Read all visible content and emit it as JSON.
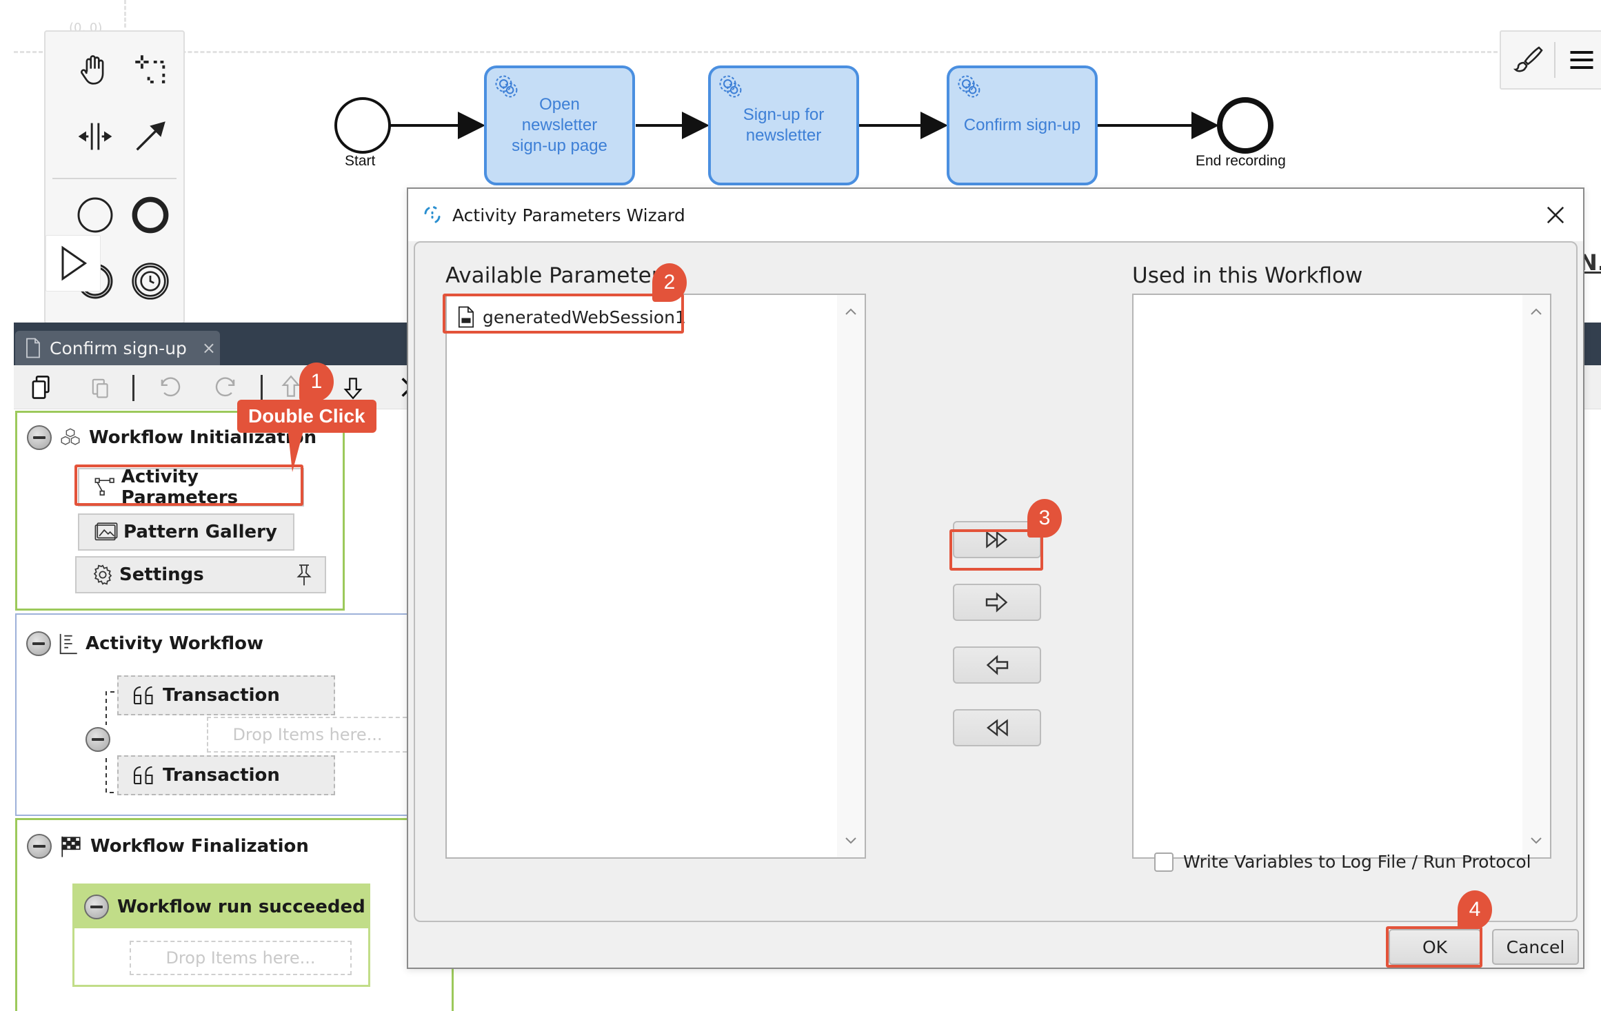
{
  "canvas": {
    "origin_label": "(0, 0)",
    "palette": {
      "tools": [
        {
          "name": "hand-tool",
          "icon": "hand-icon"
        },
        {
          "name": "lasso-tool",
          "icon": "lasso-icon"
        },
        {
          "name": "space-tool",
          "icon": "space-icon"
        },
        {
          "name": "connect-tool",
          "icon": "arrow-icon"
        },
        {
          "name": "start-event",
          "icon": "circle-icon"
        },
        {
          "name": "end-event",
          "icon": "thick-circle-icon"
        },
        {
          "name": "intermediate-event",
          "icon": "double-circle-icon"
        },
        {
          "name": "timer-event",
          "icon": "timer-icon"
        }
      ],
      "flyout_icon": "play-icon"
    },
    "tools_right": [
      "paint-brush-icon",
      "hamburger-menu-icon"
    ],
    "flow": {
      "start_label": "Start",
      "end_label": "End recording",
      "tasks": [
        "Open newsletter sign-up page",
        "Sign-up for newsletter",
        "Confirm sign-up"
      ]
    },
    "behind_text": "N.i"
  },
  "editor": {
    "tab": {
      "label": "Confirm sign-up",
      "close": "×"
    },
    "toolbar": [
      "copy-icon",
      "paste-icon",
      "undo-icon",
      "redo-icon",
      "move-up-icon",
      "move-down-icon",
      "more-icon"
    ],
    "sections": {
      "init": {
        "title": "Workflow Initialization",
        "items": [
          "Activity Parameters",
          "Pattern Gallery",
          "Settings"
        ]
      },
      "workflow": {
        "title": "Activity Workflow",
        "items": [
          "Transaction",
          "Transaction"
        ],
        "drop_placeholder": "Drop Items here..."
      },
      "final": {
        "title": "Workflow Finalization",
        "sub_title": "Workflow run succeeded",
        "drop_placeholder": "Drop Items here..."
      }
    }
  },
  "dialog": {
    "title": "Activity Parameters Wizard",
    "available_label": "Available Parameters",
    "available_items": [
      "generatedWebSession1"
    ],
    "used_label": "Used in this Workflow",
    "used_items": [],
    "move_buttons": [
      "add-all",
      "add",
      "remove",
      "remove-all"
    ],
    "checkbox_label": "Write Variables to Log File / Run Protocol",
    "checkbox_checked": false,
    "ok_label": "OK",
    "cancel_label": "Cancel"
  },
  "annotations": {
    "steps": [
      "1",
      "2",
      "3",
      "4"
    ],
    "callout": "Double Click",
    "color": "#e3533a"
  }
}
